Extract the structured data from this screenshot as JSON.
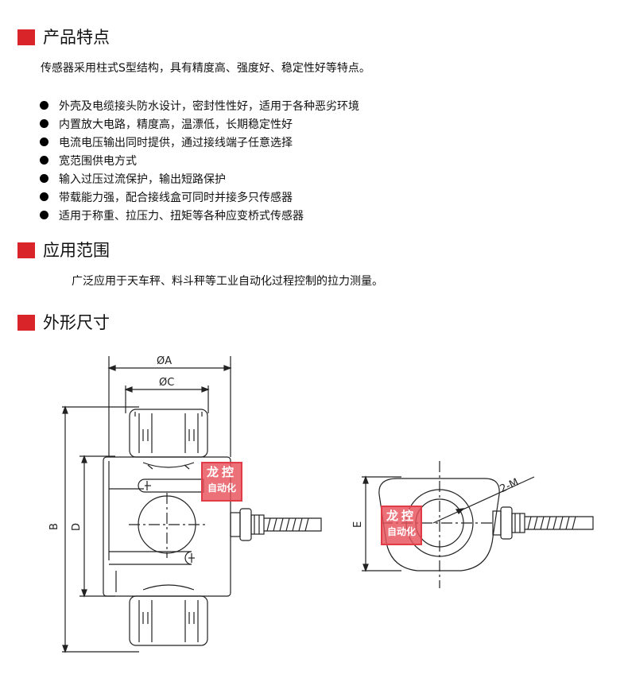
{
  "features": {
    "title": "产品特点",
    "intro": "传感器采用柱式S型结构，具有精度高、强度好、稳定性好等特点。",
    "items": [
      "外壳及电缆接头防水设计，密封性性好，适用于各种恶劣环境",
      "内置放大电路，精度高，温漂低，长期稳定性好",
      "电流电压输出同时提供，通过接线端子任意选择",
      "宽范围供电方式",
      "输入过压过流保护，输出短路保护",
      "带载能力强，配合接线盒可同时并接多只传感器",
      "适用于称重、拉压力、扭矩等各种应变桥式传感器"
    ]
  },
  "application": {
    "title": "应用范围",
    "text": "广泛应用于天车秤、料斗秤等工业自动化过程控制的拉力测量。"
  },
  "dimensions": {
    "title": "外形尺寸",
    "labels": {
      "A": "ØA",
      "C": "ØC",
      "B": "B",
      "D": "D",
      "E": "E",
      "M": "2-M"
    }
  },
  "watermark": {
    "line1": "龙控",
    "line2": "自动化"
  },
  "colors": {
    "accent": "#d9252a",
    "line": "#222222",
    "stamp": "#e23b48"
  }
}
